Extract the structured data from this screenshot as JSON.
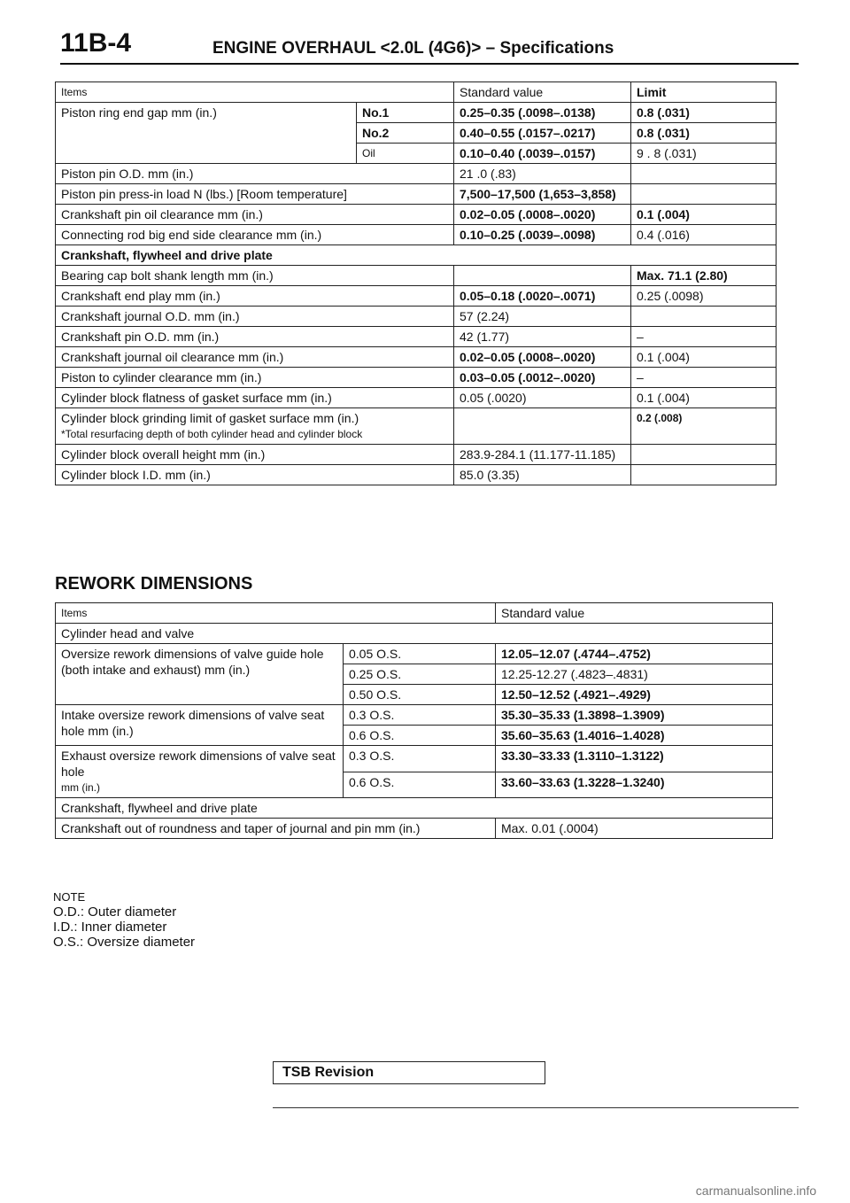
{
  "header": {
    "page_number": "11B-4",
    "title": "ENGINE OVERHAUL <2.0L (4G6)> – Specifications"
  },
  "spec_table": {
    "col_items": "Items",
    "col_standard": "Standard value",
    "col_limit": "Limit",
    "rows": [
      {
        "item": "Piston ring end gap mm (in.)",
        "sub": "No.1",
        "std": "0.25–0.35 (.0098–.0138)",
        "lim": "0.8 (.031)"
      },
      {
        "item": "",
        "sub": "No.2",
        "std": "0.40–0.55 (.0157–.0217)",
        "lim": "0.8 (.031)"
      },
      {
        "item": "",
        "sub": "Oil",
        "std": "0.10–0.40 (.0039–.0157)",
        "lim": "9 . 8 (.031)"
      },
      {
        "item": "Piston pin O.D. mm (in.)",
        "std": "21 .0 (.83)",
        "lim": ""
      },
      {
        "item": "Piston pin press-in load N (lbs.) [Room temperature]",
        "std": "7,500–17,500 (1,653–3,858)",
        "lim": ""
      },
      {
        "item": "Crankshaft pin oil clearance mm (in.)",
        "std": "0.02–0.05 (.0008–.0020)",
        "lim": "0.1 (.004)"
      },
      {
        "item": "Connecting rod big end side clearance mm (in.)",
        "std": "0.10–0.25 (.0039–.0098)",
        "lim": "0.4 (.016)"
      },
      {
        "item": "Crankshaft, flywheel and drive plate",
        "section": true
      },
      {
        "item": "Bearing cap bolt shank length mm (in.)",
        "std": "",
        "lim": "Max. 71.1 (2.80)"
      },
      {
        "item": "Crankshaft end play mm (in.)",
        "std": "0.05–0.18 (.0020–.0071)",
        "lim": "0.25 (.0098)"
      },
      {
        "item": "Crankshaft journal O.D. mm (in.)",
        "std": "57 (2.24)",
        "lim": ""
      },
      {
        "item": "Crankshaft pin O.D. mm (in.)",
        "std": "42 (1.77)",
        "lim": "–"
      },
      {
        "item": "Crankshaft journal oil clearance mm (in.)",
        "std": "0.02–0.05 (.0008–.0020)",
        "lim": "0.1 (.004)"
      },
      {
        "item": "Piston to cylinder clearance mm (in.)",
        "std": "0.03–0.05 (.0012–.0020)",
        "lim": "–"
      },
      {
        "item": "Cylinder block flatness of gasket surface mm (in.)",
        "std": "0.05 (.0020)",
        "lim": "0.1 (.004)"
      },
      {
        "item": "Cylinder block grinding limit of gasket surface mm (in.)",
        "item2": "*Total resurfacing depth of both cylinder head and cylinder block",
        "std": "",
        "lim": "0.2 (.008)"
      },
      {
        "item": "Cylinder block overall height mm (in.)",
        "std": "283.9-284.1 (11.177-11.185)",
        "lim": ""
      },
      {
        "item": "Cylinder block I.D. mm (in.)",
        "std": "85.0 (3.35)",
        "lim": ""
      }
    ]
  },
  "rework": {
    "title": "REWORK DIMENSIONS",
    "col_items": "Items",
    "col_standard": "Standard value",
    "section1": "Cylinder head and valve",
    "guide_item": "Oversize rework dimensions of valve guide hole (both intake and exhaust) mm (in.)",
    "guide_rows": [
      {
        "os": "0.05 O.S.",
        "val": "12.05–12.07 (.4744–.4752)"
      },
      {
        "os": "0.25 O.S.",
        "val": "12.25-12.27 (.4823–.4831)"
      },
      {
        "os": "0.50 O.S.",
        "val": "12.50–12.52 (.4921–.4929)"
      }
    ],
    "intake_item": "Intake oversize rework dimensions of valve seat hole mm (in.)",
    "intake_rows": [
      {
        "os": "0.3 O.S.",
        "val": "35.30–35.33 (1.3898–1.3909)"
      },
      {
        "os": "0.6 O.S.",
        "val": "35.60–35.63 (1.4016–1.4028)"
      }
    ],
    "exhaust_item": "Exhaust oversize rework dimensions of valve seat hole",
    "exhaust_unit": "mm (in.)",
    "exhaust_rows": [
      {
        "os": "0.3 O.S.",
        "val": "33.30–33.33 (1.3110–1.3122)"
      },
      {
        "os": "0.6 O.S.",
        "val": "33.60–33.63 (1.3228–1.3240)"
      }
    ],
    "section2": "Crankshaft, flywheel and drive plate",
    "round_item": "Crankshaft out of roundness and taper of journal and pin mm (in.)",
    "round_val": "Max. 0.01 (.0004)"
  },
  "note": {
    "label": "NOTE",
    "lines": [
      "O.D.: Outer diameter",
      "I.D.: Inner diameter",
      "O.S.: Oversize diameter"
    ]
  },
  "footer": {
    "tsb": "TSB Revision",
    "watermark": "carmanualsonline.info"
  }
}
